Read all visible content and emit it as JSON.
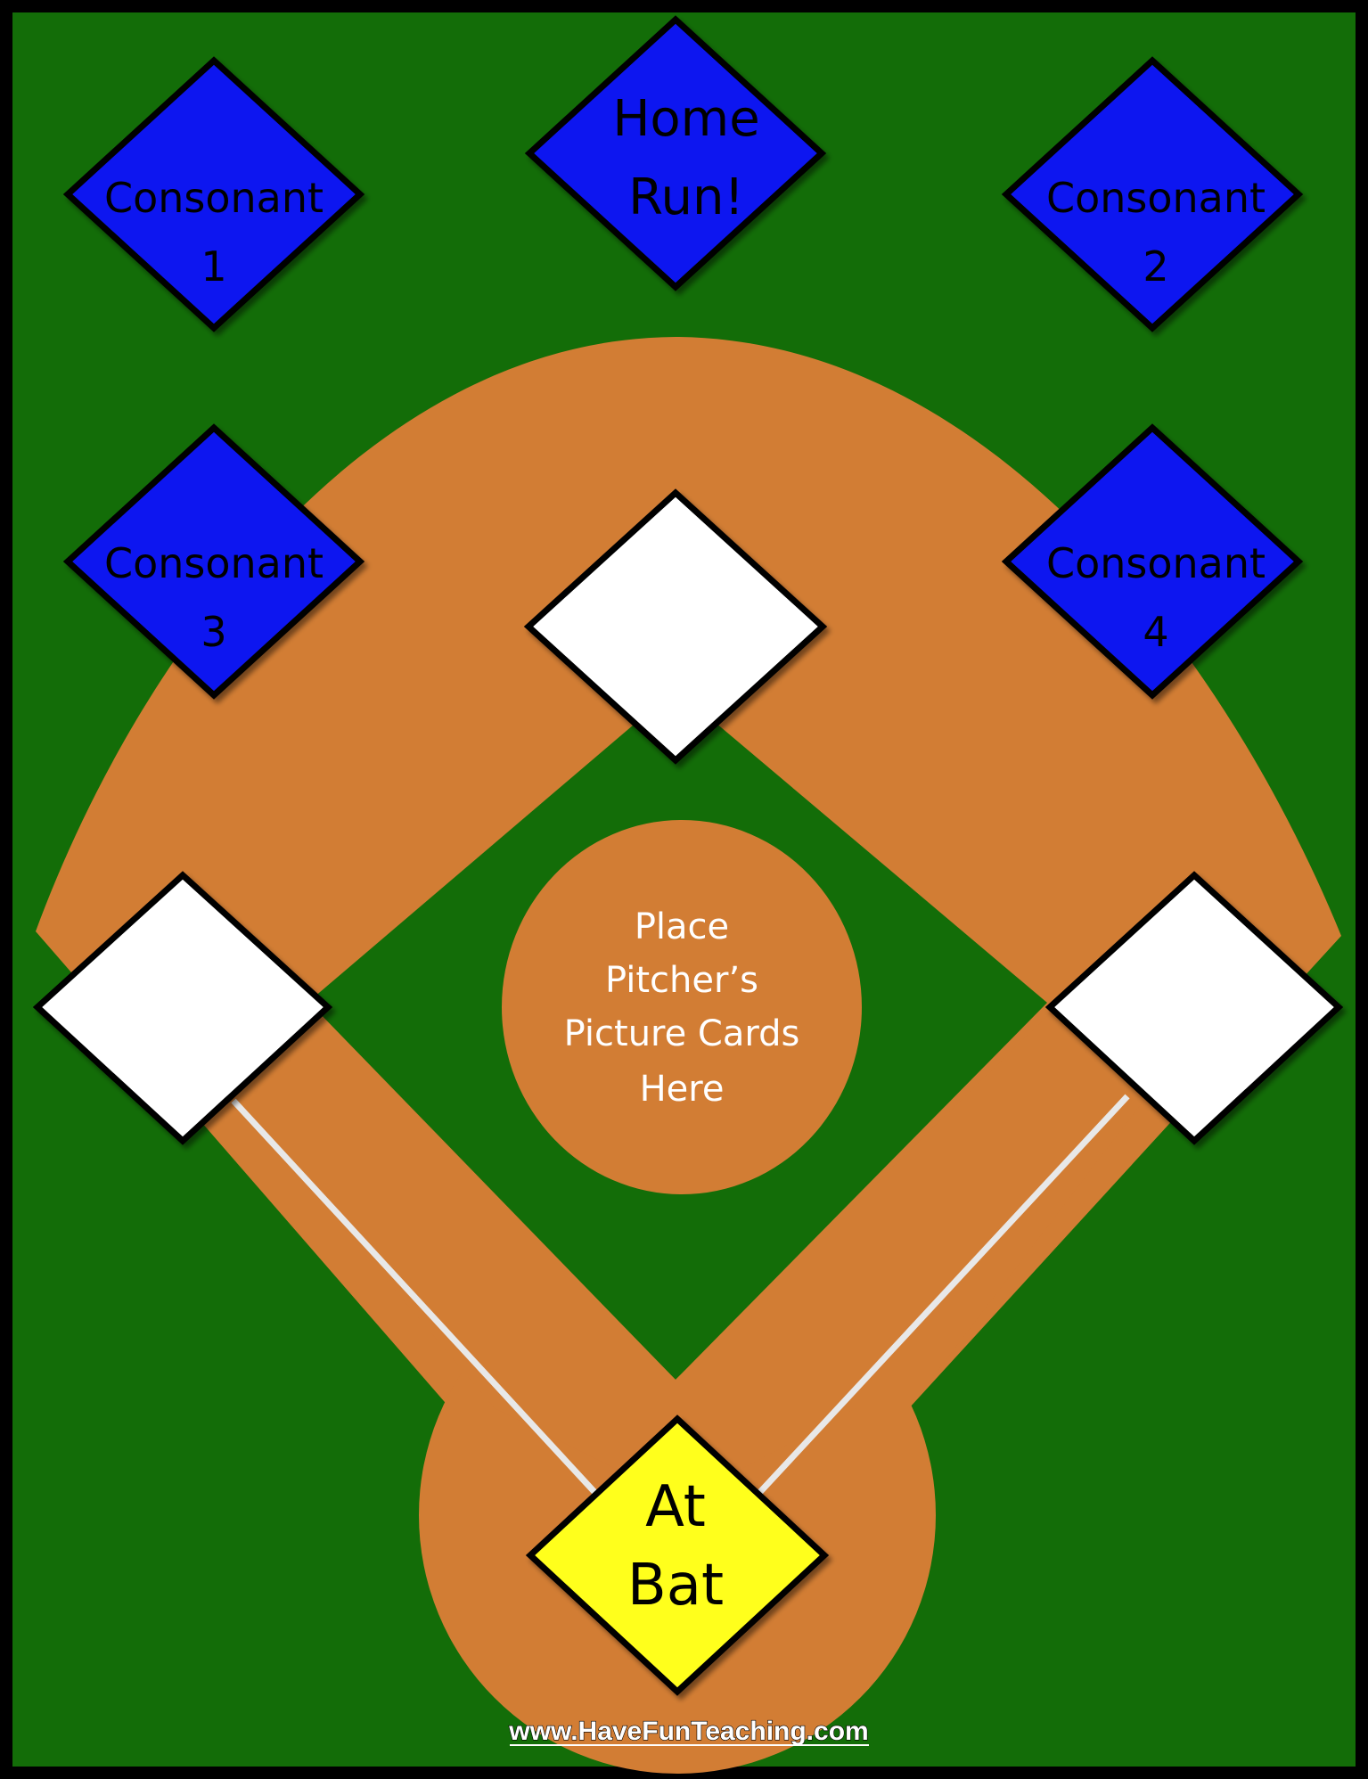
{
  "board": {
    "colors": {
      "field_green": "#136D08",
      "dirt": "#D27D34",
      "base_white": "#FFFFFF",
      "consonant_blue": "#0A14F0",
      "at_bat_yellow": "#FFFF1E",
      "outline": "#000000",
      "frame": "#000000"
    }
  },
  "home_run": {
    "line1": "Home",
    "line2": "Run!"
  },
  "consonant_1": {
    "line1": "Consonant",
    "line2": "1"
  },
  "consonant_2": {
    "line1": "Consonant",
    "line2": "2"
  },
  "consonant_3": {
    "line1": "Consonant",
    "line2": "3"
  },
  "consonant_4": {
    "line1": "Consonant",
    "line2": "4"
  },
  "pitcher": {
    "line1": "Place",
    "line2": "Pitcher’s",
    "line3": "Picture Cards",
    "line4": "Here"
  },
  "at_bat": {
    "line1": "At",
    "line2": "Bat"
  },
  "footer": {
    "url": "www.HaveFunTeaching.com"
  }
}
